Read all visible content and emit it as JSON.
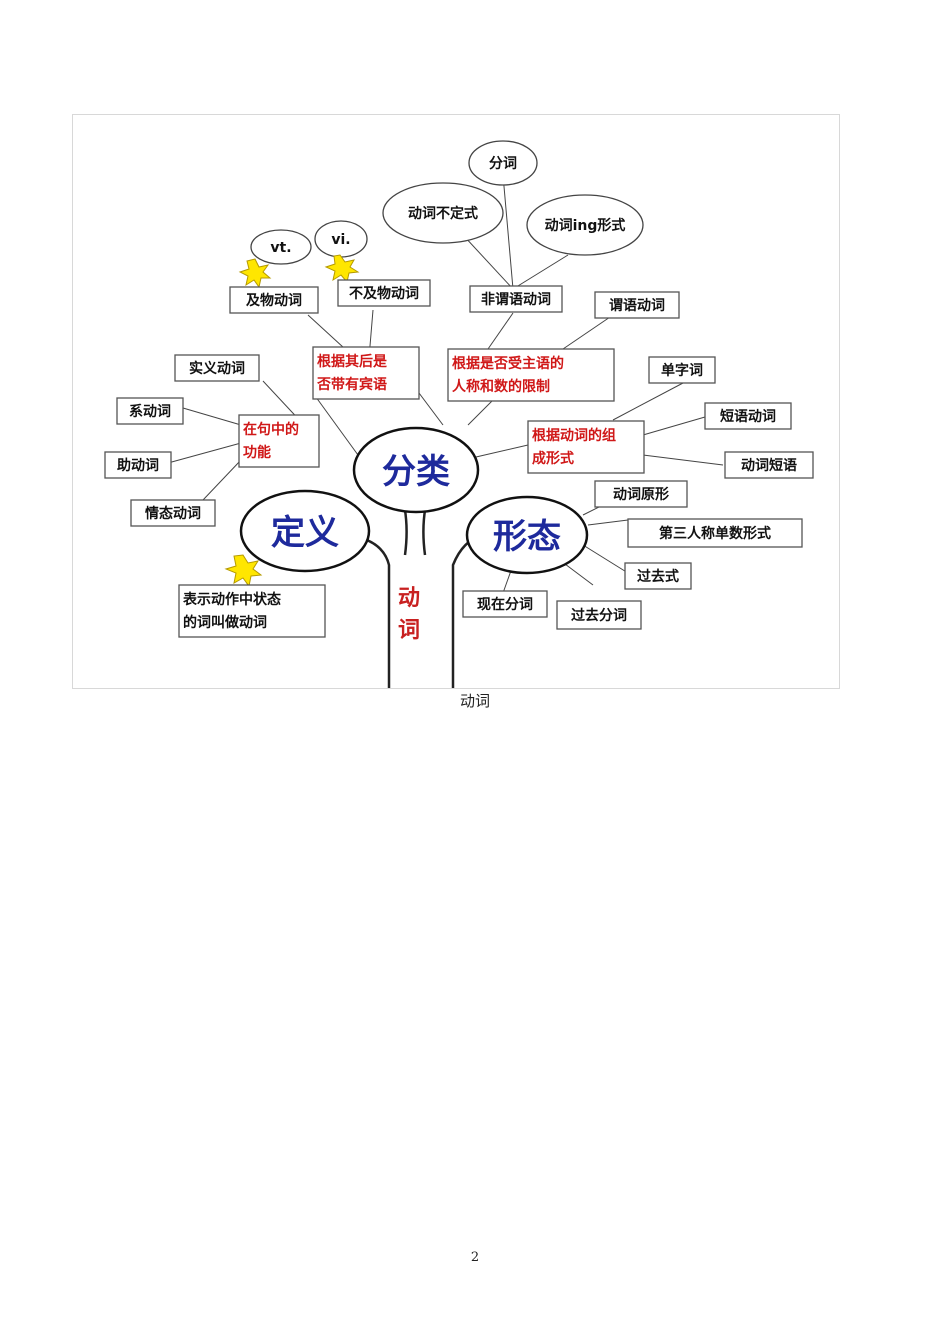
{
  "diagram": {
    "trunk_label": [
      "动",
      "词"
    ],
    "circles": {
      "classification": "分类",
      "definition": "定义",
      "form": "形态"
    },
    "clouds": {
      "participle": "分词",
      "infinitive": "动词不定式",
      "ing_form": "动词ing形式",
      "vt": "vt.",
      "vi": "vi."
    },
    "criteria": {
      "object": [
        "根据其后是",
        "否带有宾语"
      ],
      "subject": [
        "根据是否受主语的",
        "人称和数的限制"
      ],
      "function": [
        "在句中的",
        "功能"
      ],
      "composition": [
        "根据动词的组",
        "成形式"
      ]
    },
    "boxes": {
      "transitive": "及物动词",
      "intransitive": "不及物动词",
      "nonfinite": "非谓语动词",
      "finite": "谓语动词",
      "notional": "实义动词",
      "linking": "系动词",
      "auxiliary": "助动词",
      "modal": "情态动词",
      "single_word": "单字词",
      "phrasal": "短语动词",
      "verb_phrase": "动词短语",
      "base_form": "动词原形",
      "third_singular": "第三人称单数形式",
      "past_tense": "过去式",
      "present_participle": "现在分词",
      "past_participle": "过去分词"
    },
    "definition_text": [
      "表示动作中状态",
      "的词叫做动词"
    ]
  },
  "caption": "动词",
  "page_number": "2"
}
